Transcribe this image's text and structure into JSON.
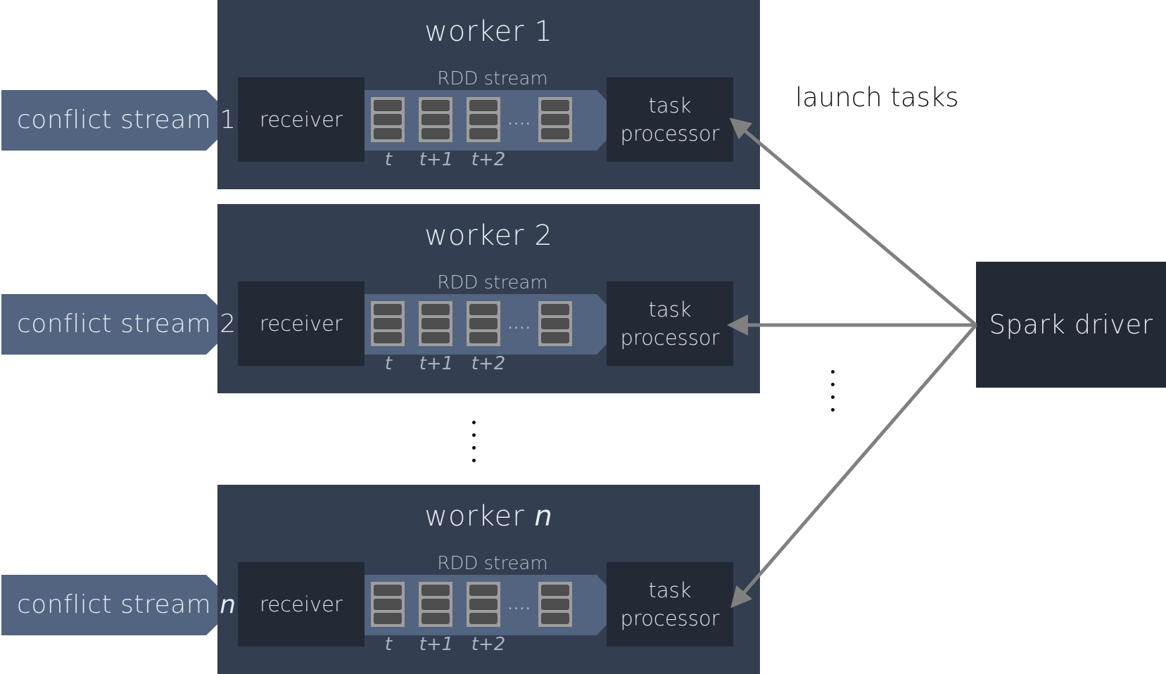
{
  "launch_label": "launch tasks",
  "driver_label": "Spark driver",
  "rdd_label": "RDD stream",
  "receiver_label": "receiver",
  "task_label_line1": "task",
  "task_label_line2": "processor",
  "batch_ellipsis": "....",
  "time_labels": [
    "t",
    "t+1",
    "t+2"
  ],
  "workers": [
    {
      "title_prefix": "worker ",
      "title_index": "1",
      "stream_prefix": "conflict stream ",
      "stream_index": "1"
    },
    {
      "title_prefix": "worker ",
      "title_index": "2",
      "stream_prefix": "conflict stream ",
      "stream_index": "2"
    },
    {
      "title_prefix": "worker ",
      "title_index": "n",
      "stream_prefix": "conflict stream ",
      "stream_index": "n"
    }
  ],
  "colors": {
    "worker_bg": "#343e51",
    "box_bg": "#232a36",
    "stream_blue": "#52647f",
    "arrow_gray": "#808080"
  }
}
